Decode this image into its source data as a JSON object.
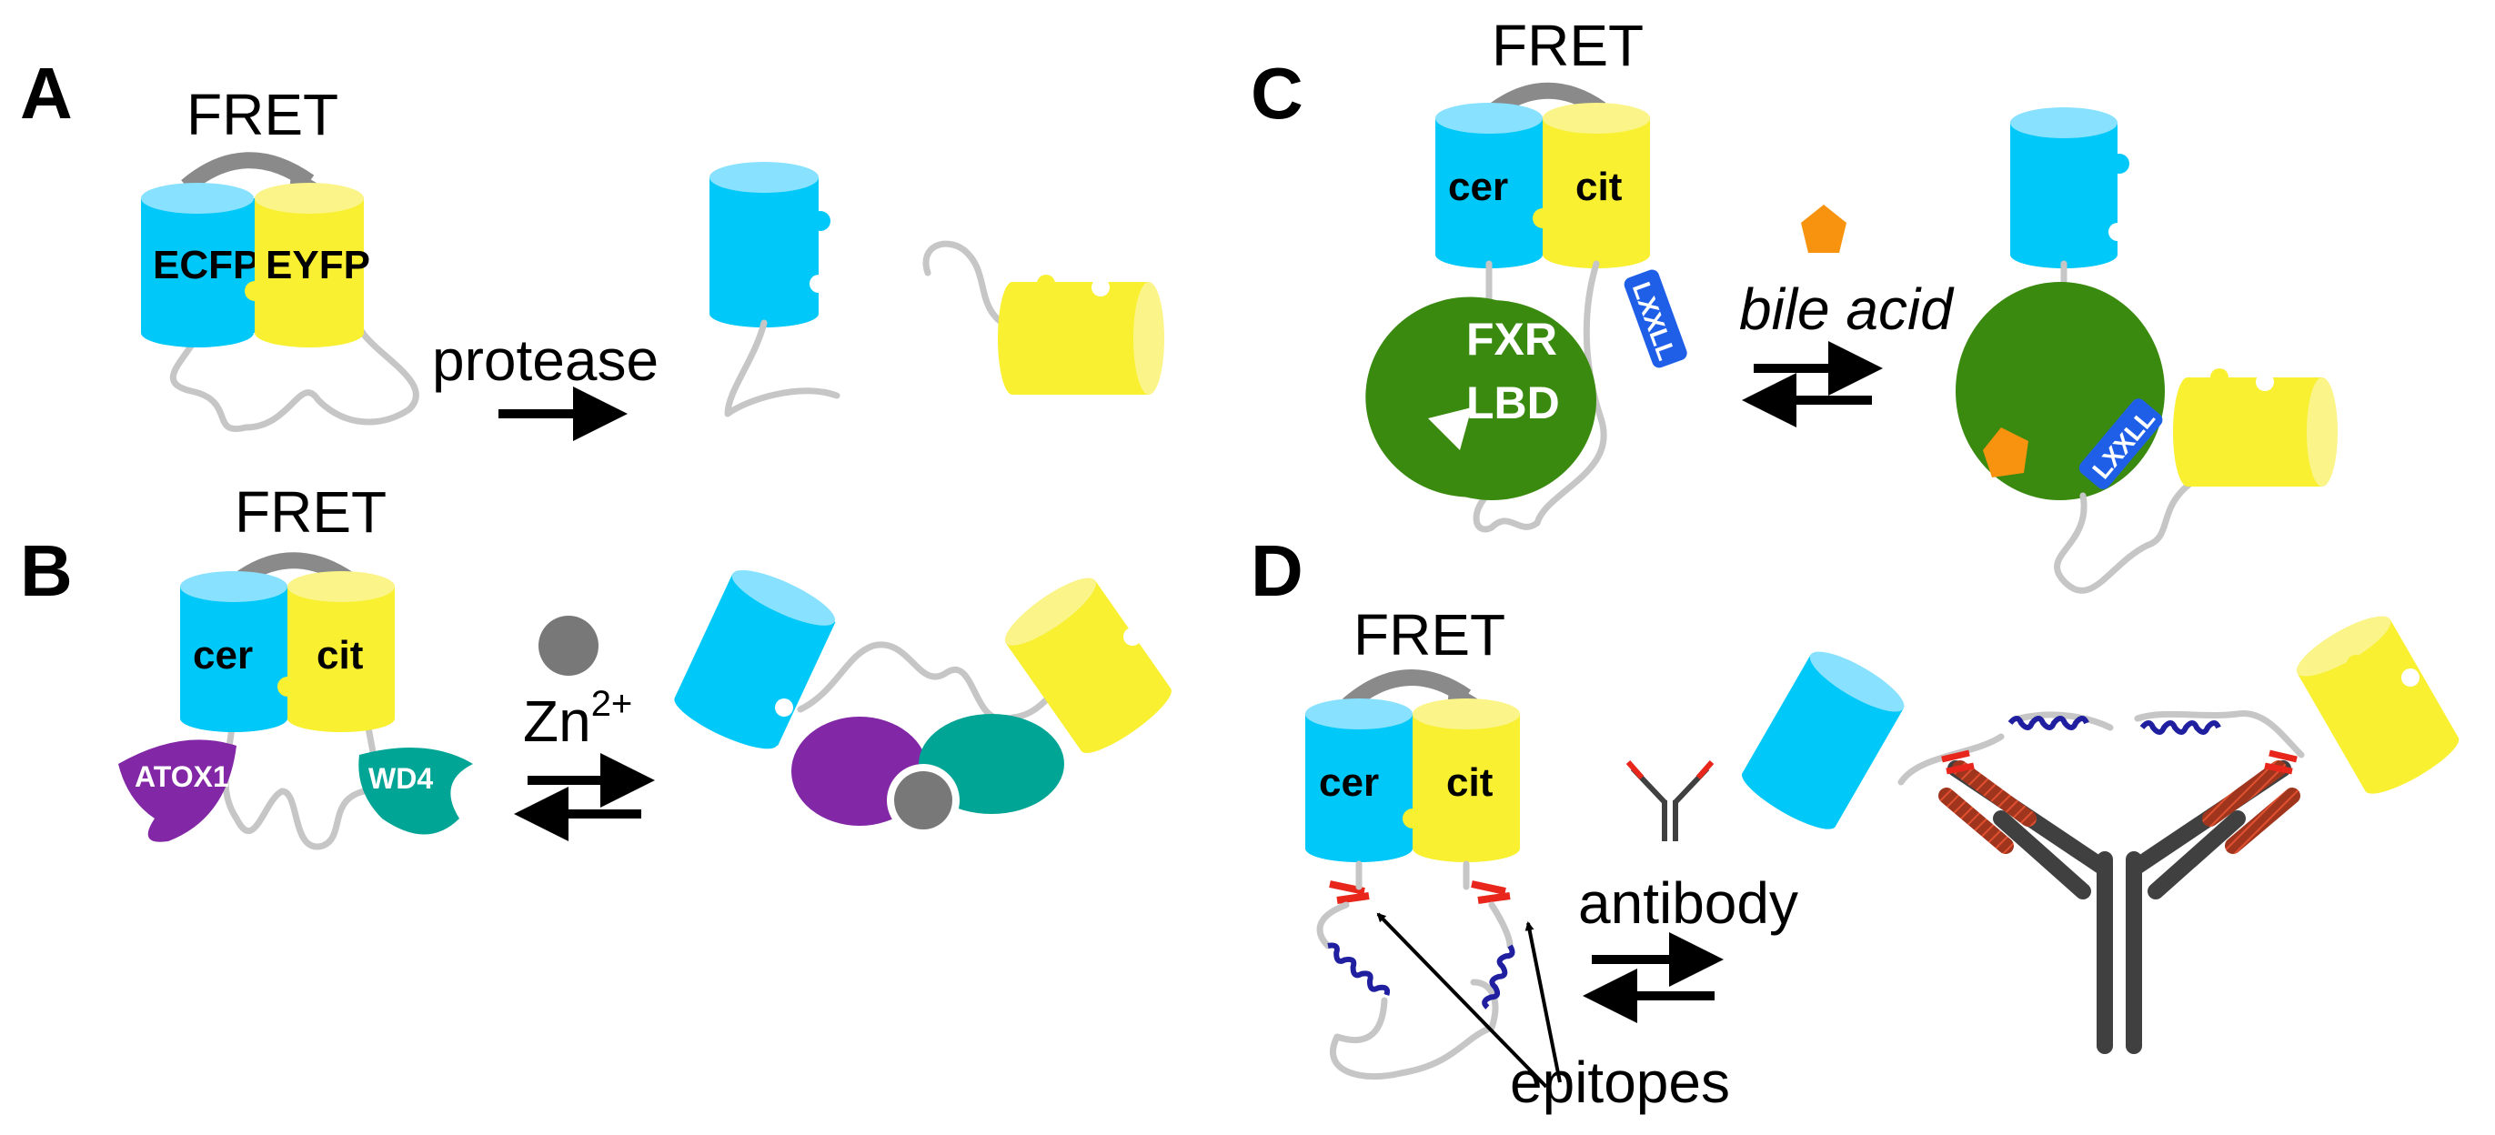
{
  "panels": {
    "A": {
      "letter": "A",
      "fret": "FRET",
      "donor": "ECFP",
      "acceptor": "EYFP",
      "trigger": "protease"
    },
    "B": {
      "letter": "B",
      "fret": "FRET",
      "donor": "cer",
      "acceptor": "cit",
      "domain1": "ATOX1",
      "domain2": "WD4",
      "ligand_base": "Zn",
      "ligand_charge": "2+"
    },
    "C": {
      "letter": "C",
      "fret": "FRET",
      "donor": "cer",
      "acceptor": "cit",
      "receptor_line1": "FXR",
      "receptor_line2": "LBD",
      "motif": "LXXLL",
      "ligand": "bile acid"
    },
    "D": {
      "letter": "D",
      "fret": "FRET",
      "donor": "cer",
      "acceptor": "cit",
      "ligand": "antibody",
      "epitope_label": "epitopes"
    }
  },
  "colors": {
    "cyan_body": "#00c8f8",
    "cyan_top": "#88e2ff",
    "yellow_body": "#f8f030",
    "yellow_top": "#fbf488",
    "purple": "#8227a6",
    "teal": "#00a596",
    "green": "#3a8a10",
    "orange": "#f7930f",
    "blue_motif": "#1f5fe8",
    "linker_grey": "#c6c6c6",
    "ion_grey": "#787878",
    "antibody_dark": "#404040",
    "epitope_red": "#e8261c"
  },
  "icons": [
    "fret-arrow-icon",
    "equilibrium-arrow-icon",
    "zinc-ion-icon",
    "bile-acid-icon",
    "antibody-icon"
  ]
}
